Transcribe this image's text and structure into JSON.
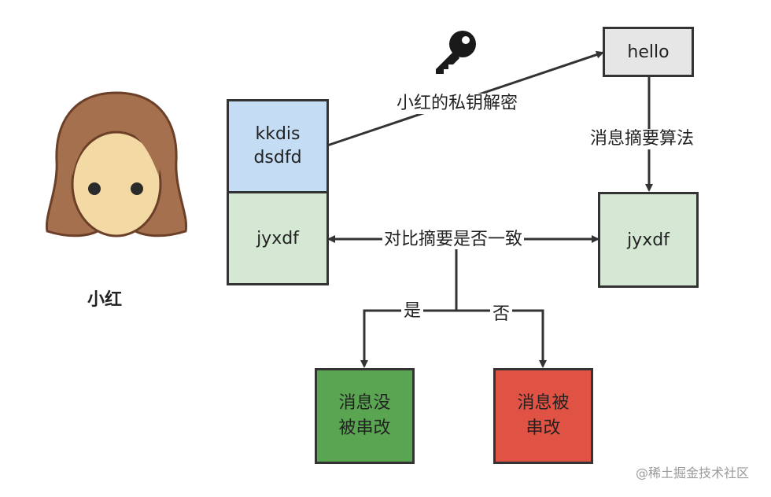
{
  "person": {
    "name": "小红"
  },
  "signed_message": {
    "signature": [
      "kkdis",
      "dsdfd"
    ],
    "digest": "jyxdf"
  },
  "decrypted_message": "hello",
  "computed_digest": "jyxdf",
  "labels": {
    "decrypt": "小红的私钥解密",
    "hash": "消息摘要算法",
    "compare": "对比摘要是否一致",
    "yes": "是",
    "no": "否"
  },
  "results": {
    "intact": [
      "消息没",
      "被串改"
    ],
    "tampered": [
      "消息被",
      "串改"
    ]
  },
  "watermark": "@稀土掘金技术社区",
  "colors": {
    "signature_fill": "#c5dcf5",
    "digest_fill": "#d5e8d4",
    "hello_fill": "#e6e6e6",
    "intact_fill": "#5aa552",
    "tampered_fill": "#e05243",
    "hair": "#a5704e",
    "skin": "#f3d9a3"
  },
  "icons": [
    "key-icon",
    "girl-avatar-icon"
  ]
}
